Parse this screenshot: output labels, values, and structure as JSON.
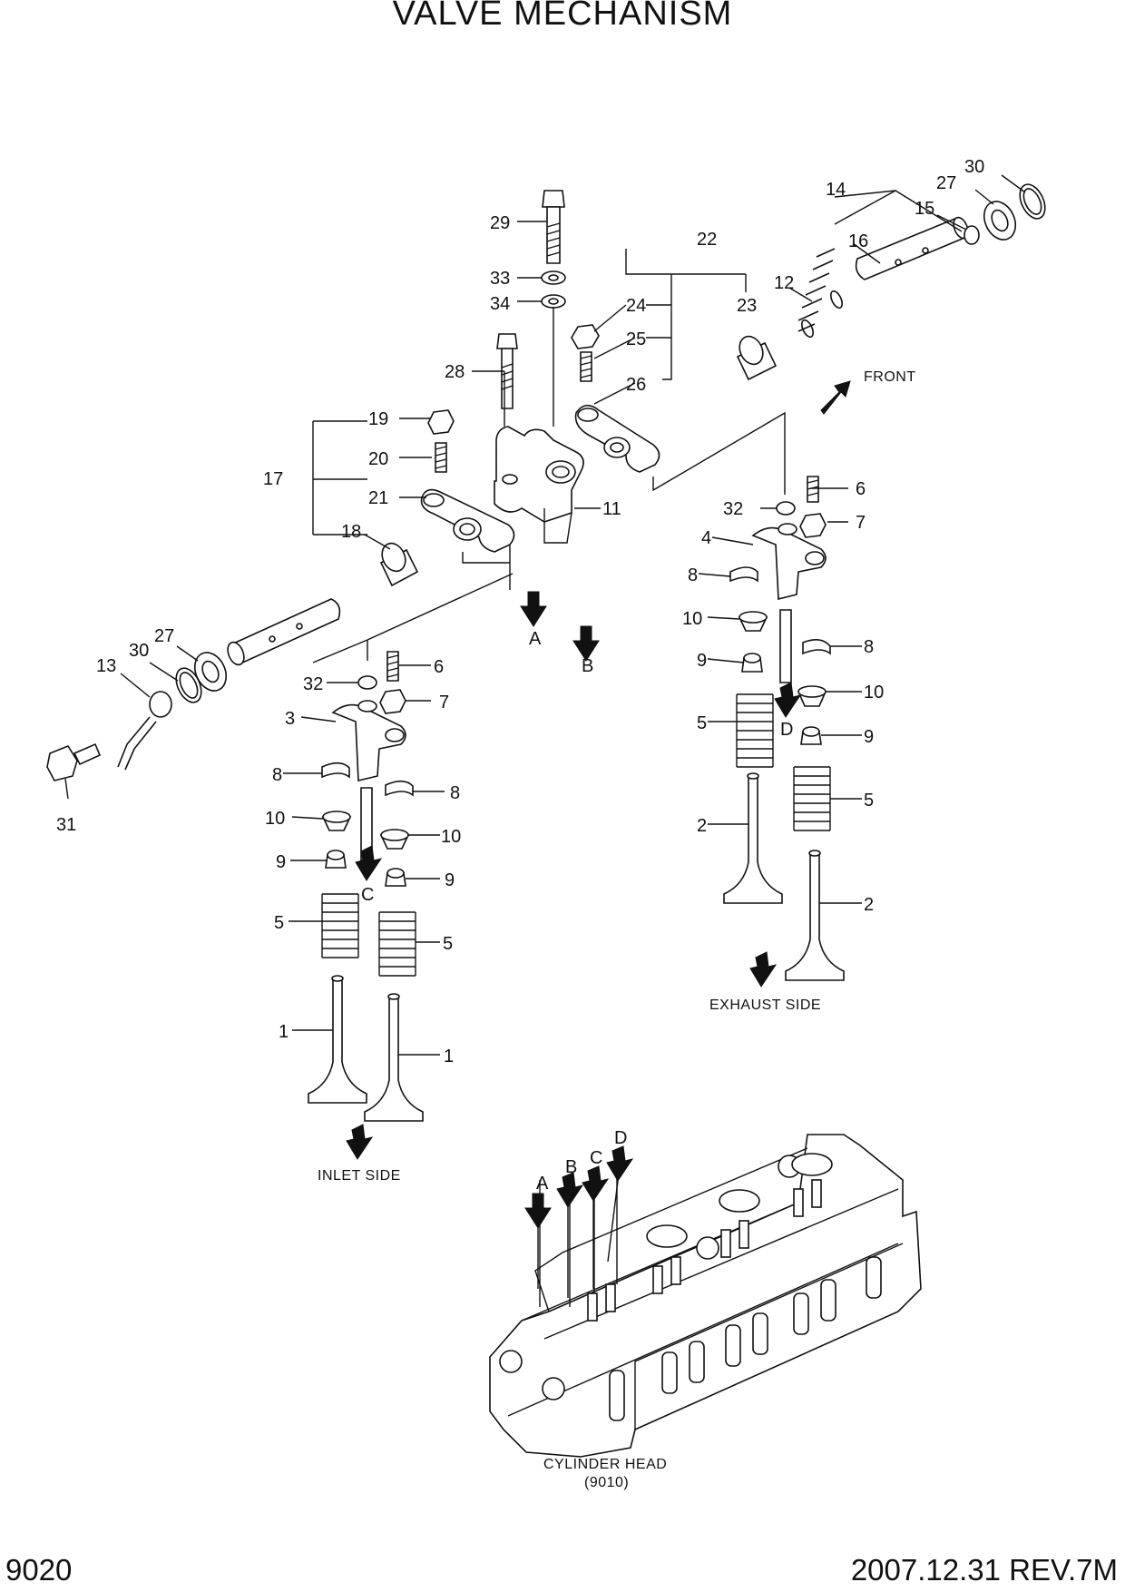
{
  "title": "VALVE MECHANISM",
  "footer": {
    "page_code": "9020",
    "revision": "2007.12.31  REV.7M"
  },
  "captions": {
    "front": "FRONT",
    "exhaust_side": "EXHAUST SIDE",
    "inlet_side": "INLET SIDE",
    "cylinder_head": "CYLINDER HEAD",
    "cylinder_head_ref": "(9010)"
  },
  "reference_markers": [
    "A",
    "B",
    "C",
    "D"
  ],
  "callouts": [
    {
      "id": "c30a",
      "text": "30"
    },
    {
      "id": "c27a",
      "text": "27"
    },
    {
      "id": "c14",
      "text": "14"
    },
    {
      "id": "c15",
      "text": "15"
    },
    {
      "id": "c16",
      "text": "16"
    },
    {
      "id": "c29",
      "text": "29"
    },
    {
      "id": "c22",
      "text": "22"
    },
    {
      "id": "c33",
      "text": "33"
    },
    {
      "id": "c34",
      "text": "34"
    },
    {
      "id": "c24",
      "text": "24"
    },
    {
      "id": "c23",
      "text": "23"
    },
    {
      "id": "c12",
      "text": "12"
    },
    {
      "id": "c25",
      "text": "25"
    },
    {
      "id": "c28",
      "text": "28"
    },
    {
      "id": "c26",
      "text": "26"
    },
    {
      "id": "c19",
      "text": "19"
    },
    {
      "id": "c20",
      "text": "20"
    },
    {
      "id": "c17",
      "text": "17"
    },
    {
      "id": "c21",
      "text": "21"
    },
    {
      "id": "c11",
      "text": "11"
    },
    {
      "id": "c18",
      "text": "18"
    },
    {
      "id": "c6a",
      "text": "6"
    },
    {
      "id": "c32a",
      "text": "32"
    },
    {
      "id": "c7a",
      "text": "7"
    },
    {
      "id": "c4",
      "text": "4"
    },
    {
      "id": "c8a",
      "text": "8"
    },
    {
      "id": "c10a",
      "text": "10"
    },
    {
      "id": "c8b",
      "text": "8"
    },
    {
      "id": "c9a",
      "text": "9"
    },
    {
      "id": "c10b",
      "text": "10"
    },
    {
      "id": "c5a",
      "text": "5"
    },
    {
      "id": "c9b",
      "text": "9"
    },
    {
      "id": "c5b",
      "text": "5"
    },
    {
      "id": "c2a",
      "text": "2"
    },
    {
      "id": "c2b",
      "text": "2"
    },
    {
      "id": "c27b",
      "text": "27"
    },
    {
      "id": "c30b",
      "text": "30"
    },
    {
      "id": "c13",
      "text": "13"
    },
    {
      "id": "c31",
      "text": "31"
    },
    {
      "id": "c6b",
      "text": "6"
    },
    {
      "id": "c32b",
      "text": "32"
    },
    {
      "id": "c7b",
      "text": "7"
    },
    {
      "id": "c3",
      "text": "3"
    },
    {
      "id": "c8c",
      "text": "8"
    },
    {
      "id": "c8d",
      "text": "8"
    },
    {
      "id": "c10c",
      "text": "10"
    },
    {
      "id": "c10d",
      "text": "10"
    },
    {
      "id": "c9c",
      "text": "9"
    },
    {
      "id": "c9d",
      "text": "9"
    },
    {
      "id": "c5c",
      "text": "5"
    },
    {
      "id": "c5d",
      "text": "5"
    },
    {
      "id": "c1a",
      "text": "1"
    },
    {
      "id": "c1b",
      "text": "1"
    }
  ]
}
